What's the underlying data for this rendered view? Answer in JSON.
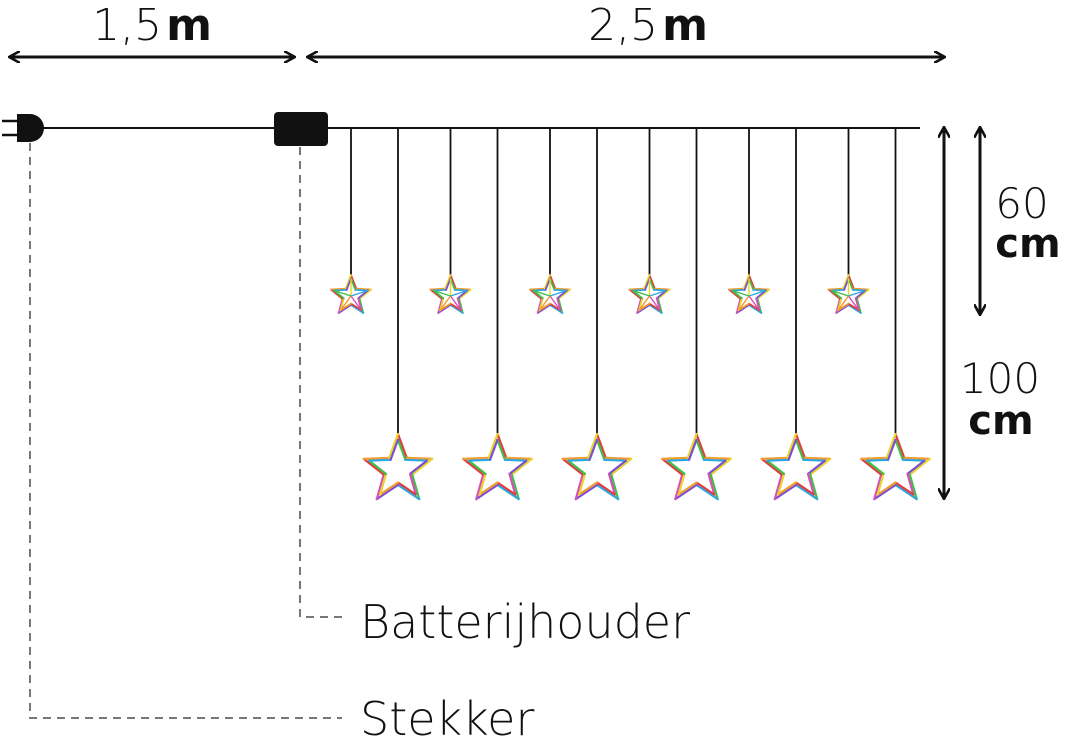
{
  "dimensions": {
    "cord": {
      "number": "1,5",
      "unit": "m"
    },
    "curtain": {
      "number": "2,5",
      "unit": "m"
    },
    "short_drop": {
      "number": "60",
      "unit": "cm"
    },
    "long_drop": {
      "number": "100",
      "unit": "cm"
    }
  },
  "callouts": {
    "battery_holder": "Batterijhouder",
    "plug": "Stekker"
  },
  "stars": {
    "small_count": 6,
    "large_count": 6
  },
  "colors": {
    "line": "#111111",
    "dashed": "#777777",
    "star_palette": [
      "#e33d3d",
      "#f29a2e",
      "#e8d52b",
      "#3fbf4a",
      "#2ea7e0",
      "#7a4fd6",
      "#d94fb8"
    ]
  }
}
